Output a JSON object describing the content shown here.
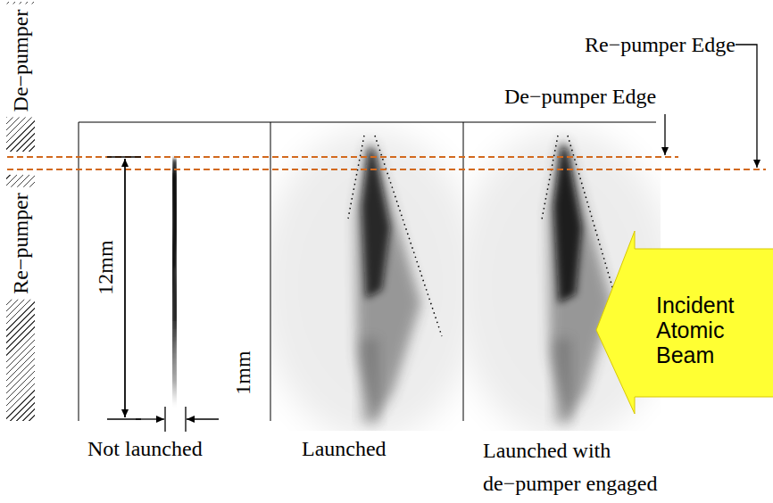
{
  "diagram": {
    "nodes": [
      {
        "text": [
          "De−pumper"
        ]
      },
      {
        "text": [
          "Re−pumper"
        ]
      },
      {
        "text": [
          "Incident Atomic Beam"
        ]
      }
    ],
    "labels": [
      "Re−pumper Edge",
      "De−pumper Edge",
      "12mm",
      "1mm",
      "Not launched",
      "Launched",
      "Launched with de−pumper engaged"
    ]
  }
}
